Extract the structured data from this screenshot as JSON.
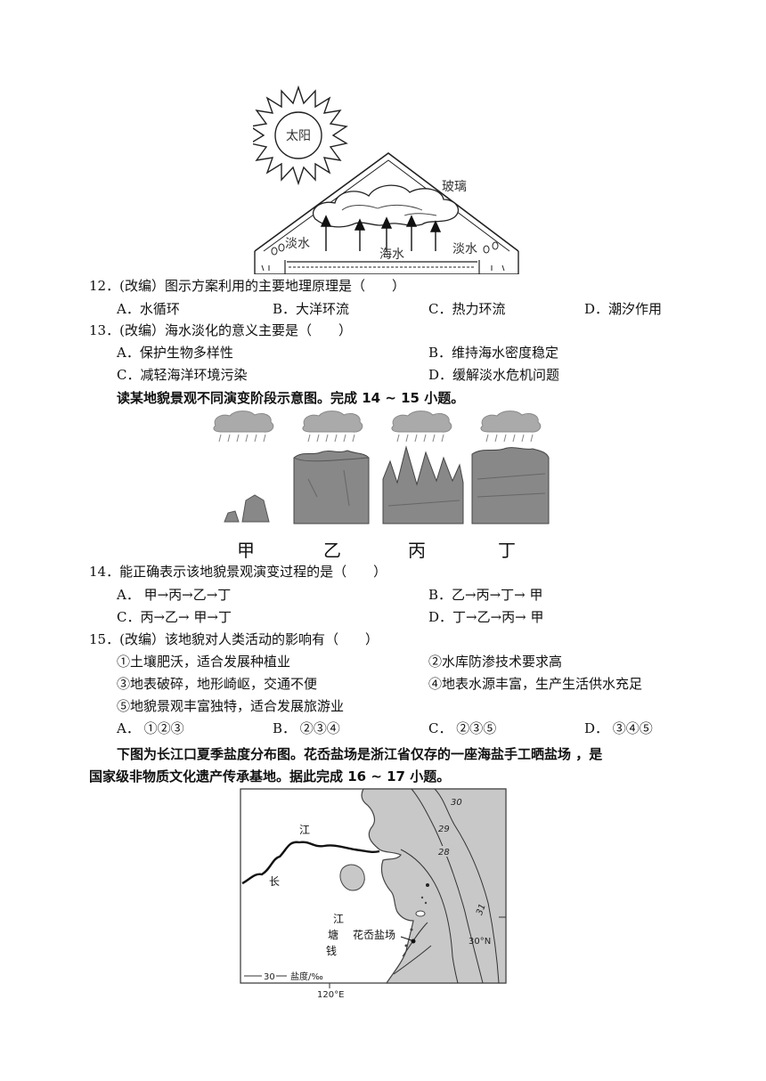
{
  "fig1": {
    "sun": "太阳",
    "glass": "玻璃",
    "fresh_left": "淡水",
    "fresh_right": "淡水",
    "sea": "海水"
  },
  "q12": {
    "stem": "12．(改编）图示方案利用的主要地理原理是（　　）",
    "a": "A．水循环",
    "b": "B．大洋环流",
    "c": "C．热力环流",
    "d": "D．潮汐作用"
  },
  "q13": {
    "stem": "13．(改编）海水淡化的意义主要是（　　）",
    "a": "A．保护生物多样性",
    "b": "B．维持海水密度稳定",
    "c": "C．减轻海洋环境污染",
    "d": "D．缓解淡水危机问题"
  },
  "lead1": "读某地貌景观不同演变阶段示意图。完成 14 ~ 15 小题。",
  "fig2": {
    "labels": [
      "甲",
      "乙",
      "丙",
      "丁"
    ]
  },
  "q14": {
    "stem": "14．能正确表示该地貌景观演变过程的是（　　）",
    "a": "A． 甲→丙→乙→丁",
    "b": "B．乙→丙→丁→ 甲",
    "c": "C．丙→乙→ 甲→丁",
    "d": "D．丁→乙→丙→ 甲"
  },
  "q15": {
    "stem": "15．(改编）该地貌对人类活动的影响有（　　）",
    "o1": "①土壤肥沃，适合发展种植业",
    "o2": "②水库防渗技术要求高",
    "o3": "③地表破碎，地形崎岖，交通不便",
    "o4": "④地表水源丰富，生产生活供水充足",
    "o5": "⑤地貌景观丰富独特，适合发展旅游业",
    "a": "A．  ①②③",
    "b": "B．  ②③④",
    "c": "C．  ②③⑤",
    "d": "D．  ③④⑤"
  },
  "lead2_line1": "下图为长江口夏季盐度分布图。花岙盐场是浙江省仅存的一座海盐手工晒盐场 ，是",
  "lead2_line2": "国家级非物质文化遗产传承基地。据此完成 16 ~ 17 小题。",
  "map": {
    "jiang_top": "江",
    "chang": "长",
    "jiang_mid": "江",
    "tang": "塘",
    "qian": "钱",
    "saltfield": "花岙盐场",
    "iso_30": "30",
    "iso_29": "29",
    "iso_28": "28",
    "iso_31": "31",
    "lat": "30°N",
    "lon": "120°E",
    "legend_val": "30",
    "legend_text": "盐度/‰"
  }
}
